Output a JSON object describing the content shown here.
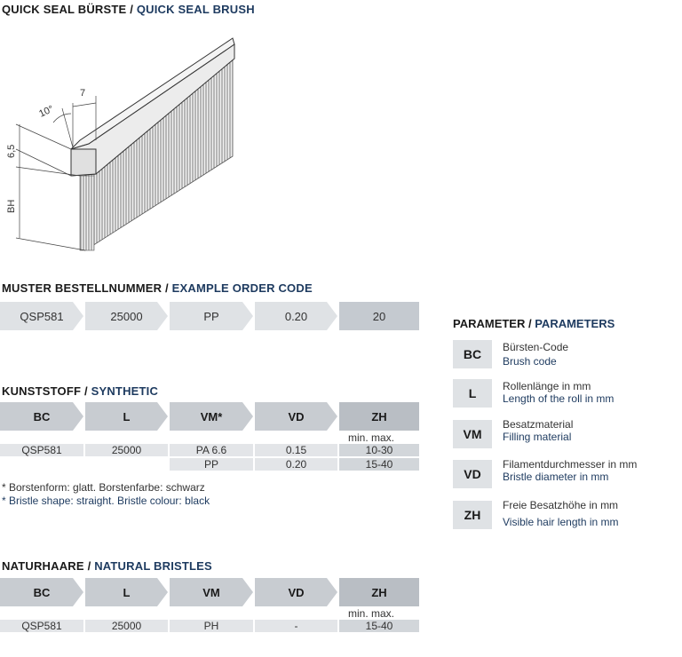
{
  "header": {
    "title_de": "QUICK SEAL BÜRSTE",
    "separator": " / ",
    "title_en": "QUICK SEAL BRUSH"
  },
  "drawing": {
    "dim_width": "7",
    "dim_angle": "10°",
    "dim_height": "6,5",
    "dim_bh": "BH"
  },
  "order": {
    "title_de": "MUSTER BESTELLNUMMER",
    "separator": " / ",
    "title_en": "EXAMPLE ORDER CODE",
    "cells": [
      "QSP581",
      "25000",
      "PP",
      "0.20",
      "20"
    ]
  },
  "synthetic": {
    "title_de": "KUNSTSTOFF",
    "separator": " / ",
    "title_en": "SYNTHETIC",
    "headers": [
      "BC",
      "L",
      "VM*",
      "VD",
      "ZH"
    ],
    "minmax": "min. max.",
    "rows": [
      [
        "QSP581",
        "25000",
        "PA 6.6",
        "0.15",
        "10-30"
      ],
      [
        "",
        "",
        "PP",
        "0.20",
        "15-40"
      ]
    ],
    "note_de": "* Borstenform: glatt. Borstenfarbe: schwarz",
    "note_en": "* Bristle shape: straight. Bristle colour: black"
  },
  "natural": {
    "title_de": "NATURHAARE",
    "separator": " / ",
    "title_en": "NATURAL BRISTLES",
    "headers": [
      "BC",
      "L",
      "VM",
      "VD",
      "ZH"
    ],
    "minmax": "min. max.",
    "rows": [
      [
        "QSP581",
        "25000",
        "PH",
        "-",
        "15-40"
      ]
    ]
  },
  "parameters": {
    "title_de": "PARAMETER",
    "separator": " / ",
    "title_en": "PARAMETERS",
    "items": [
      {
        "code": "BC",
        "de": "Bürsten-Code",
        "en": "Brush code"
      },
      {
        "code": "L",
        "de": "Rollenlänge in mm",
        "en": "Length of the roll in mm"
      },
      {
        "code": "VM",
        "de": "Besatzmaterial",
        "en": "Filling material"
      },
      {
        "code": "VD",
        "de": "Filamentdurchmesser in mm",
        "en": "Bristle diameter in mm"
      },
      {
        "code": "ZH",
        "de": "Freie Besatzhöhe in mm",
        "en": "Visible hair length in mm"
      }
    ]
  }
}
